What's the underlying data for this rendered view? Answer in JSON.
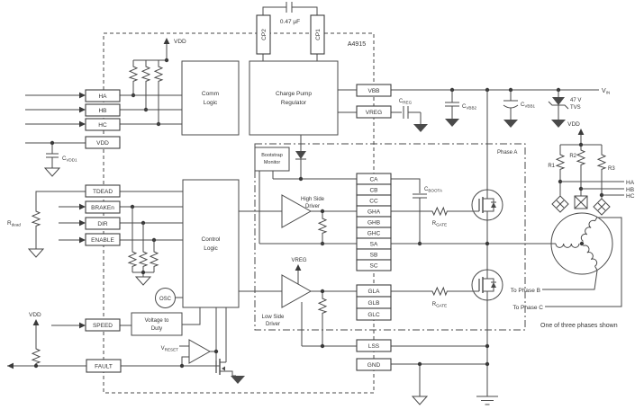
{
  "part_number": "A4915",
  "pins": {
    "left": [
      "HA",
      "HB",
      "HC",
      "VDD",
      "TDEAD",
      "BRAKEn",
      "DIR",
      "ENABLE",
      "SPEED",
      "FAULT"
    ],
    "top": [
      "CP2",
      "CP1"
    ],
    "right": [
      "VBB",
      "VREG"
    ],
    "gate_block": [
      "CA",
      "CB",
      "CC",
      "GHA",
      "GHB",
      "GHC",
      "SA",
      "SB",
      "SC"
    ],
    "low_block": [
      "GLA",
      "GLB",
      "GLC"
    ],
    "bottom_block": [
      "LSS",
      "GND"
    ]
  },
  "blocks": {
    "comm": [
      "Comm",
      "Logic"
    ],
    "charge_pump": [
      "Charge Pump",
      "Regulator"
    ],
    "control": [
      "Control",
      "Logic"
    ],
    "bootstrap": [
      "Bootstrap",
      "Monitor"
    ],
    "high_side": [
      "High Side",
      "Driver"
    ],
    "low_side": [
      "Low Side",
      "Driver"
    ],
    "volt_duty": [
      "Voltage to",
      "Duty"
    ],
    "osc": "OSC"
  },
  "components": {
    "cp_cap": "0.47 µF",
    "cvdd1": {
      "main": "C",
      "sub": "VDD1"
    },
    "rdead": {
      "main": "R",
      "sub": "dead"
    },
    "creg": {
      "main": "C",
      "sub": "REG"
    },
    "cvbb2": {
      "main": "C",
      "sub": "VBB2"
    },
    "cvbb1": {
      "main": "C",
      "sub": "VBB1"
    },
    "tvs": [
      "47 V",
      "TVS"
    ],
    "cboota": {
      "main": "C",
      "sub": "BOOTA"
    },
    "rgate": {
      "main": "R",
      "sub": "GATE"
    },
    "r1": "R1",
    "r2": "R2",
    "r3": "R3",
    "vreset": {
      "main": "V",
      "sub": "RESET"
    }
  },
  "nets": {
    "vin": {
      "main": "V",
      "sub": "IN"
    },
    "vdd": "VDD",
    "vreg": "VREG",
    "ha": "HA",
    "hb": "HB",
    "hc": "HC",
    "phase_a": "Phase A",
    "to_phase_b": "To Phase B",
    "to_phase_c": "To Phase C",
    "note": "One of three phases shown"
  },
  "colors": {
    "line": "#4a4a4a",
    "text": "#333333",
    "background": "#ffffff"
  }
}
